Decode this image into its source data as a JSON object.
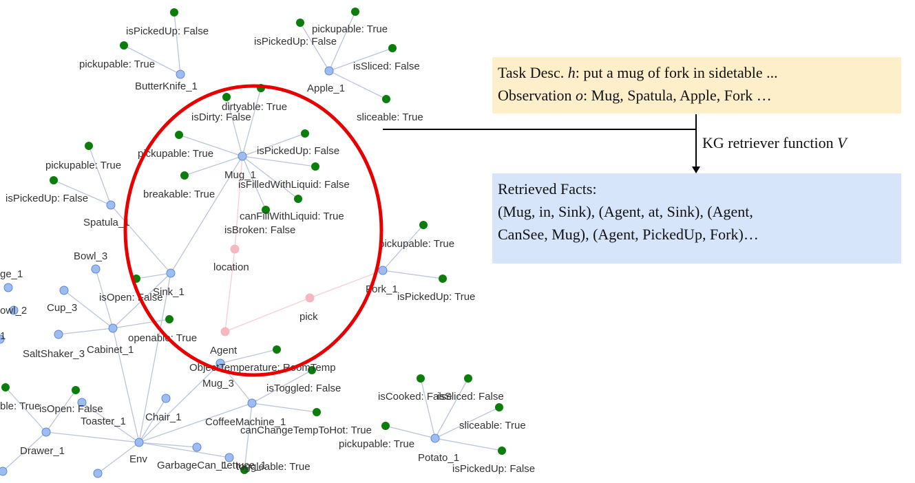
{
  "graph": {
    "colors": {
      "edge": "#b9c5d8",
      "pink_edge": "#f7cdd2",
      "object_node": "#9dbdf2",
      "object_stroke": "#5a86d6",
      "property_node": "#0a7d0a",
      "relation_node": "#f6b8c0",
      "circle": "#e60000"
    },
    "nodes": [
      {
        "id": "butterknife",
        "type": "object",
        "label": "ButterKnife_1"
      },
      {
        "id": "apple",
        "type": "object",
        "label": "Apple_1"
      },
      {
        "id": "mug1",
        "type": "object",
        "label": "Mug_1"
      },
      {
        "id": "spatula",
        "type": "object",
        "label": "Spatula_1"
      },
      {
        "id": "sink",
        "type": "object",
        "label": "Sink_1"
      },
      {
        "id": "fork",
        "type": "object",
        "label": "Fork_1"
      },
      {
        "id": "bowl3",
        "type": "object",
        "label": "Bowl_3"
      },
      {
        "id": "bowl2",
        "type": "object",
        "label": "owl_2"
      },
      {
        "id": "cup3",
        "type": "object",
        "label": "Cup_3"
      },
      {
        "id": "ge1",
        "type": "object",
        "label": "ge_1"
      },
      {
        "id": "cabinet",
        "type": "object",
        "label": "Cabinet_1"
      },
      {
        "id": "saltshaker",
        "type": "object",
        "label": "SaltShaker_3"
      },
      {
        "id": "l1",
        "type": "object",
        "label": "1"
      },
      {
        "id": "mug3",
        "type": "object",
        "label": "Mug_3"
      },
      {
        "id": "coffeemachine",
        "type": "object",
        "label": "CoffeeMachine_1"
      },
      {
        "id": "toaster",
        "type": "object",
        "label": "Toaster_1"
      },
      {
        "id": "chair",
        "type": "object",
        "label": "Chair_1"
      },
      {
        "id": "drawer",
        "type": "object",
        "label": "Drawer_1"
      },
      {
        "id": "env",
        "type": "object",
        "label": "Env"
      },
      {
        "id": "garbagecan",
        "type": "object",
        "label": "GarbageCan_1"
      },
      {
        "id": "lettuce",
        "type": "object",
        "label": "Lettuce_1"
      },
      {
        "id": "potato",
        "type": "object",
        "label": "Potato_1"
      },
      {
        "id": "drawerleft",
        "type": "object",
        "label": ""
      },
      {
        "id": "bottom1",
        "type": "object",
        "label": ""
      },
      {
        "id": "agent",
        "type": "relation",
        "label": "Agent"
      },
      {
        "id": "location",
        "type": "relation",
        "label": "location"
      },
      {
        "id": "pick",
        "type": "relation",
        "label": "pick"
      },
      {
        "id": "p_bk1",
        "type": "property",
        "label": "isPickedUp: False"
      },
      {
        "id": "p_bk2",
        "type": "property",
        "label": "pickupable: True"
      },
      {
        "id": "p_ap1",
        "type": "property",
        "label": "pickupable: True"
      },
      {
        "id": "p_ap2",
        "type": "property",
        "label": "isPickedUp: False"
      },
      {
        "id": "p_ap3",
        "type": "property",
        "label": "isSliced: False"
      },
      {
        "id": "p_ap4",
        "type": "property",
        "label": "sliceable: True"
      },
      {
        "id": "p_m1",
        "type": "property",
        "label": "dirtyable: True"
      },
      {
        "id": "p_m2",
        "type": "property",
        "label": "isDirty: False"
      },
      {
        "id": "p_m3",
        "type": "property",
        "label": "pickupable: True"
      },
      {
        "id": "p_m4",
        "type": "property",
        "label": "isPickedUp: False"
      },
      {
        "id": "p_m5",
        "type": "property",
        "label": "breakable: True"
      },
      {
        "id": "p_m6",
        "type": "property",
        "label": "isFilledWithLiquid: False"
      },
      {
        "id": "p_m7",
        "type": "property",
        "label": "canFillWithLiquid: True"
      },
      {
        "id": "p_m8",
        "type": "property",
        "label": "isBroken: False"
      },
      {
        "id": "p_sp1",
        "type": "property",
        "label": "pickupable: True"
      },
      {
        "id": "p_sp2",
        "type": "property",
        "label": "isPickedUp: False"
      },
      {
        "id": "p_sk1",
        "type": "property",
        "label": "isOpen: False"
      },
      {
        "id": "p_fk1",
        "type": "property",
        "label": "pickupable: True"
      },
      {
        "id": "p_fk2",
        "type": "property",
        "label": "isPickedUp: True"
      },
      {
        "id": "p_cb1",
        "type": "property",
        "label": "openable: True"
      },
      {
        "id": "p_cm1",
        "type": "property",
        "label": "ObjectTemperature: RoomTemp"
      },
      {
        "id": "p_cm2",
        "type": "property",
        "label": "isToggled: False"
      },
      {
        "id": "p_cm3",
        "type": "property",
        "label": "canChangeTempToHot: True"
      },
      {
        "id": "p_cm4",
        "type": "property",
        "label": "toggleable: True"
      },
      {
        "id": "p_dr1",
        "type": "property",
        "label": "ble: True"
      },
      {
        "id": "p_dr2",
        "type": "property",
        "label": "isOpen: False"
      },
      {
        "id": "p_po1",
        "type": "property",
        "label": "isCooked: False"
      },
      {
        "id": "p_po2",
        "type": "property",
        "label": "isSliced: False"
      },
      {
        "id": "p_po3",
        "type": "property",
        "label": "sliceable: True"
      },
      {
        "id": "p_po4",
        "type": "property",
        "label": "pickupable: True"
      },
      {
        "id": "p_po5",
        "type": "property",
        "label": "isPickedUp: False"
      }
    ],
    "edges": [
      [
        "butterknife",
        "p_bk1"
      ],
      [
        "butterknife",
        "p_bk2"
      ],
      [
        "apple",
        "p_ap1"
      ],
      [
        "apple",
        "p_ap2"
      ],
      [
        "apple",
        "p_ap3"
      ],
      [
        "apple",
        "p_ap4"
      ],
      [
        "mug1",
        "p_m1"
      ],
      [
        "mug1",
        "p_m2"
      ],
      [
        "mug1",
        "p_m3"
      ],
      [
        "mug1",
        "p_m4"
      ],
      [
        "mug1",
        "p_m5"
      ],
      [
        "mug1",
        "p_m6"
      ],
      [
        "mug1",
        "p_m7"
      ],
      [
        "mug1",
        "p_m8"
      ],
      [
        "mug1",
        "sink"
      ],
      [
        "spatula",
        "p_sp1"
      ],
      [
        "spatula",
        "p_sp2"
      ],
      [
        "spatula",
        "sink"
      ],
      [
        "sink",
        "p_sk1"
      ],
      [
        "sink",
        "cabinet"
      ],
      [
        "sink",
        "env"
      ],
      [
        "fork",
        "p_fk1"
      ],
      [
        "fork",
        "p_fk2"
      ],
      [
        "cabinet",
        "bowl3"
      ],
      [
        "cabinet",
        "cup3"
      ],
      [
        "cabinet",
        "saltshaker"
      ],
      [
        "cabinet",
        "p_cb1"
      ],
      [
        "cabinet",
        "env"
      ],
      [
        "mug3",
        "p_cm1"
      ],
      [
        "mug3",
        "coffeemachine"
      ],
      [
        "coffeemachine",
        "p_cm2"
      ],
      [
        "coffeemachine",
        "p_cm3"
      ],
      [
        "coffeemachine",
        "p_cm4"
      ],
      [
        "coffeemachine",
        "env"
      ],
      [
        "toaster",
        "env"
      ],
      [
        "chair",
        "env"
      ],
      [
        "garbagecan",
        "env"
      ],
      [
        "lettuce",
        "env"
      ],
      [
        "mug3",
        "env"
      ],
      [
        "drawer",
        "p_dr1"
      ],
      [
        "drawer",
        "p_dr2"
      ],
      [
        "drawer",
        "env"
      ],
      [
        "drawerleft",
        "drawer"
      ],
      [
        "bottom1",
        "env"
      ],
      [
        "potato",
        "p_po1"
      ],
      [
        "potato",
        "p_po2"
      ],
      [
        "potato",
        "p_po3"
      ],
      [
        "potato",
        "p_po4"
      ],
      [
        "potato",
        "p_po5"
      ]
    ],
    "pink_edges": [
      [
        "agent",
        "location"
      ],
      [
        "location",
        "mug1"
      ],
      [
        "agent",
        "pick"
      ],
      [
        "pick",
        "fork"
      ]
    ]
  },
  "task_box": {
    "line1_prefix": "Task Desc. ",
    "line1_var": "h",
    "line1_suffix": ": put a mug of fork in sidetable ...",
    "line2_prefix": "Observation ",
    "line2_var": "o",
    "line2_suffix": ": Mug, Spatula, Apple, Fork …"
  },
  "retriever": {
    "label_prefix": "KG retriever function ",
    "label_var": "V"
  },
  "facts_box": {
    "title": "Retrieved Facts:",
    "line1": "(Mug, in, Sink), (Agent, at, Sink), (Agent,",
    "line2": "CanSee, Mug), (Agent, PickedUp, Fork)…"
  }
}
